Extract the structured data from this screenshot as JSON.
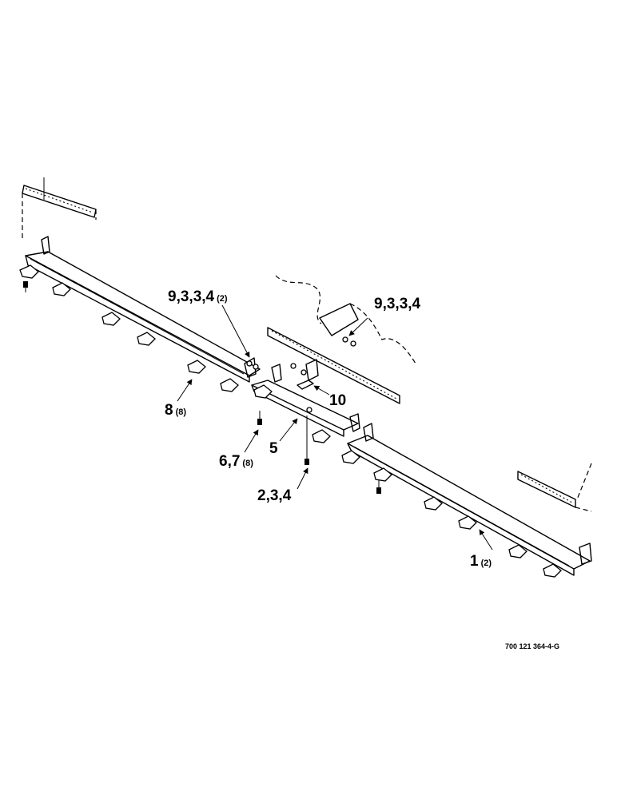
{
  "callouts": {
    "c1": {
      "num": "1",
      "qty": "(2)"
    },
    "c2": {
      "num": "2,3,4"
    },
    "c5": {
      "num": "5"
    },
    "c6": {
      "num": "6,7",
      "qty": "(8)"
    },
    "c8": {
      "num": "8",
      "qty": "(8)"
    },
    "c9a": {
      "num": "9,3,3,4",
      "qty": "(2)"
    },
    "c9b": {
      "num": "9,3,3,4"
    },
    "c10": {
      "num": "10"
    }
  },
  "drawing_number": "700 121 364-4-G"
}
